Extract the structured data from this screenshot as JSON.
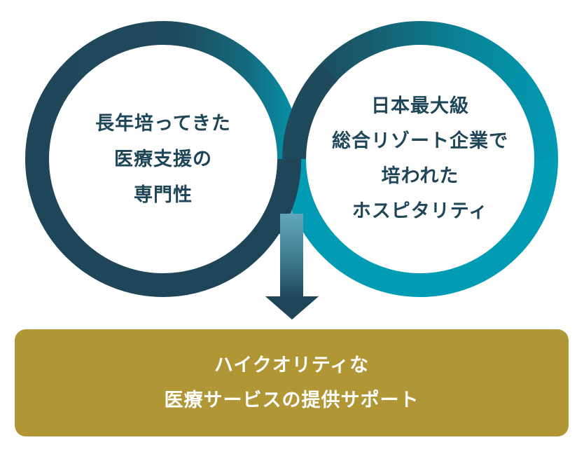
{
  "diagram": {
    "type": "two-overlapping-rings-to-result",
    "colors": {
      "navy": "#1F4658",
      "teal": "#019BB4",
      "mid_teal": "#0F7F91",
      "arrow_top": "#5FA3B6",
      "arrow_bottom": "#1F4658",
      "gold": "#B09634",
      "text_dark": "#1F4658",
      "text_light": "#FFFFFF"
    },
    "left_circle": {
      "lines": [
        "長年培ってきた",
        "医療支援の",
        "専門性"
      ]
    },
    "right_circle": {
      "lines": [
        "日本最大級",
        "総合リゾート企業で",
        "培われた",
        "ホスピタリティ"
      ]
    },
    "arrow": {
      "direction": "down",
      "icon": "down-arrow-icon"
    },
    "result": {
      "lines": [
        "ハイクオリティな",
        "医療サービスの提供サポート"
      ]
    }
  }
}
